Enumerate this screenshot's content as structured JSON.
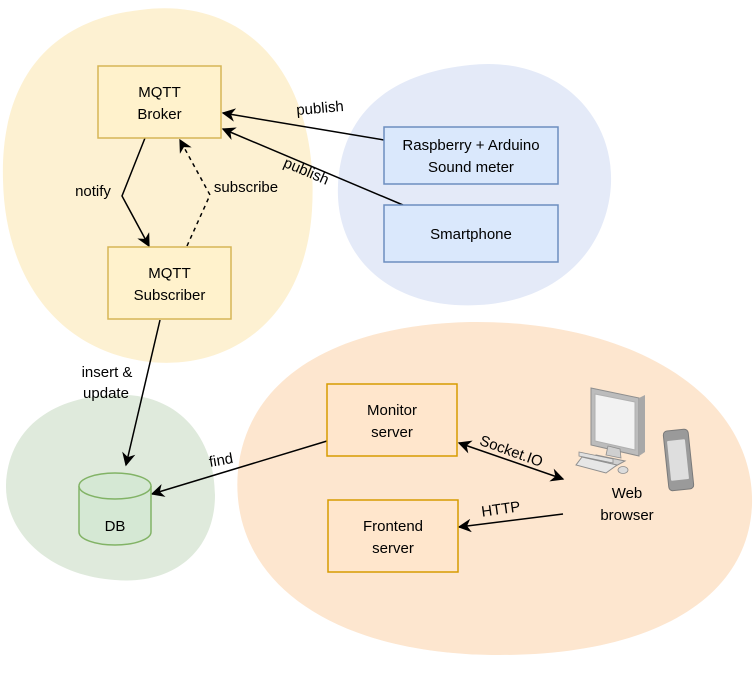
{
  "colors": {
    "yellow_region": "#fdf1d2",
    "blue_region": "#e4eaf8",
    "orange_region": "#fde6cf",
    "green_region": "#dfeadc",
    "yellow_fill": "#fff2cc",
    "yellow_stroke": "#d6b656",
    "blue_fill": "#dae8fc",
    "blue_stroke": "#6c8ebf",
    "orange_fill": "#ffe6cc",
    "orange_stroke": "#d79b00",
    "green_fill": "#d5e8d4",
    "green_stroke": "#82b366"
  },
  "nodes": {
    "mqtt_broker": {
      "line1": "MQTT",
      "line2": "Broker"
    },
    "mqtt_subscriber": {
      "line1": "MQTT",
      "line2": "Subscriber"
    },
    "raspberry": {
      "line1": "Raspberry + Arduino",
      "line2": "Sound meter"
    },
    "smartphone": {
      "line1": "Smartphone"
    },
    "db": {
      "line1": "DB"
    },
    "monitor_server": {
      "line1": "Monitor",
      "line2": "server"
    },
    "frontend_server": {
      "line1": "Frontend",
      "line2": "server"
    },
    "web_browser": {
      "line1": "Web",
      "line2": "browser"
    }
  },
  "edges": {
    "publish_1": "publish",
    "publish_2": "publish",
    "notify": "notify",
    "subscribe": "subscribe",
    "insert_update_1": "insert &",
    "insert_update_2": "update",
    "find": "find",
    "socketio": "Socket.IO",
    "http": "HTTP"
  },
  "icons": {
    "desktop": "desktop-computer-icon",
    "phone": "mobile-phone-icon"
  }
}
